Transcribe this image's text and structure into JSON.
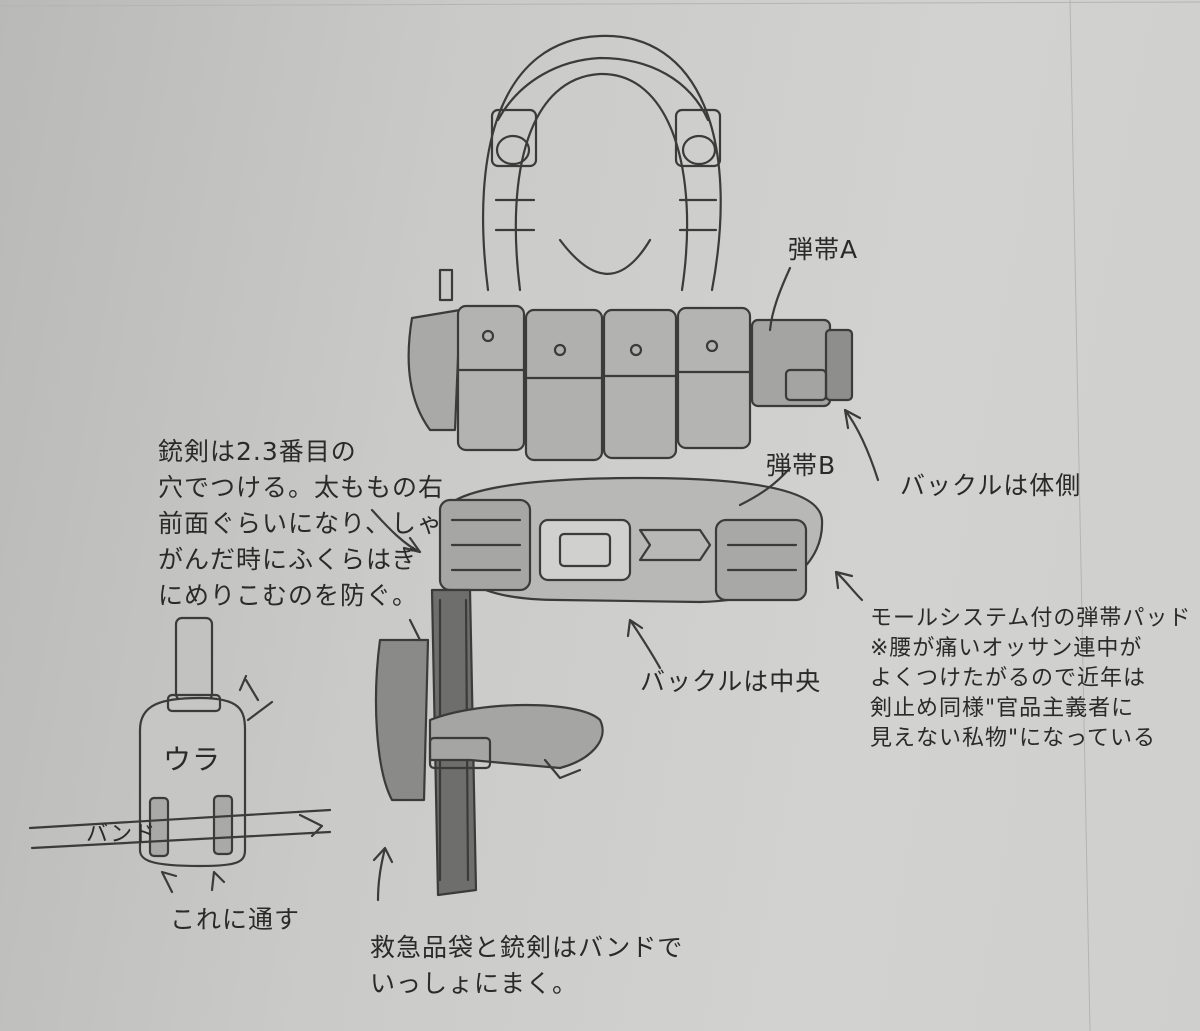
{
  "labels": {
    "belt_a": "弾帯A",
    "belt_b": "弾帯B",
    "buckle_side": "バックルは体側",
    "buckle_center": "バックルは中央",
    "ura": "ウラ",
    "band": "バンド",
    "pass_through": "これに通す"
  },
  "notes": {
    "bayonet": "銃剣は2.3番目の\n穴でつける。太ももの右\n前面ぐらいになり、しゃ\nがんだ時にふくらはぎ\nにめりこむのを防ぐ。",
    "molle_pad": "モールシステム付の弾帯パッド\n※腰が痛いオッサン連中が\nよくつけたがるので近年は\n剣止め同様\"官品主義者に\n見えない私物\"になっている",
    "band_wrap": "救急品袋と銃剣はバンドで\nいっしょにまく。"
  }
}
